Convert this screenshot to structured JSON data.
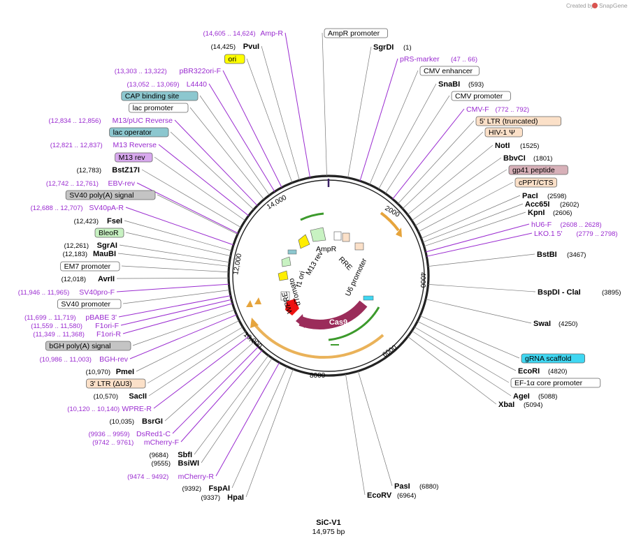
{
  "header": {
    "created_by": "Created by",
    "app_name": "SnapGene"
  },
  "plasmid": {
    "name": "SiC-V1",
    "length_label": "14,975 bp"
  },
  "ticks": [
    "2000",
    "4000",
    "6000",
    "8000",
    "10,000",
    "12,000",
    "14,000"
  ],
  "right_labels": [
    {
      "kind": "feature",
      "name": "AmpR promoter",
      "pos": "",
      "style": "white"
    },
    {
      "kind": "enzyme",
      "name": "SgrDI",
      "pos": "(1)"
    },
    {
      "kind": "primer",
      "name": "pRS-marker",
      "pos": "(47 .. 66)"
    },
    {
      "kind": "feature",
      "name": "CMV enhancer",
      "pos": "",
      "style": "white"
    },
    {
      "kind": "enzyme",
      "name": "SnaBI",
      "pos": "(593)"
    },
    {
      "kind": "feature",
      "name": "CMV promoter",
      "pos": "",
      "style": "white"
    },
    {
      "kind": "primer",
      "name": "CMV-F",
      "pos": "(772 .. 792)"
    },
    {
      "kind": "feature",
      "name": "5' LTR (truncated)",
      "pos": "",
      "style": "peach"
    },
    {
      "kind": "feature",
      "name": "HIV-1 Ψ",
      "pos": "",
      "style": "peach"
    },
    {
      "kind": "enzyme",
      "name": "NotI",
      "pos": "(1525)"
    },
    {
      "kind": "enzyme",
      "name": "BbvCI",
      "pos": "(1801)"
    },
    {
      "kind": "feature",
      "name": "gp41 peptide",
      "pos": "",
      "style": "mauve"
    },
    {
      "kind": "feature",
      "name": "cPPT/CTS",
      "pos": "",
      "style": "peach"
    },
    {
      "kind": "enzyme",
      "name": "PacI",
      "pos": "(2598)"
    },
    {
      "kind": "enzyme",
      "name": "Acc65I",
      "pos": "(2602)"
    },
    {
      "kind": "enzyme",
      "name": "KpnI",
      "pos": "(2606)"
    },
    {
      "kind": "primer",
      "name": "hU6-F",
      "pos": "(2608 .. 2628)"
    },
    {
      "kind": "primer",
      "name": "LKO.1 5'",
      "pos": "(2779 .. 2798)"
    },
    {
      "kind": "enzyme",
      "name": "BstBI",
      "pos": "(3467)"
    },
    {
      "kind": "enzyme",
      "name": "BspDI - ClaI",
      "pos": "(3895)"
    },
    {
      "kind": "enzyme",
      "name": "SwaI",
      "pos": "(4250)"
    },
    {
      "kind": "feature",
      "name": "gRNA scaffold",
      "pos": "",
      "style": "cyan"
    },
    {
      "kind": "enzyme",
      "name": "EcoRI",
      "pos": "(4820)"
    },
    {
      "kind": "feature",
      "name": "EF-1α core promoter",
      "pos": "",
      "style": "white"
    },
    {
      "kind": "enzyme",
      "name": "AgeI",
      "pos": "(5088)"
    },
    {
      "kind": "enzyme",
      "name": "XbaI",
      "pos": "(5094)"
    },
    {
      "kind": "enzyme",
      "name": "PasI",
      "pos": "(6880)"
    },
    {
      "kind": "enzyme",
      "name": "EcoRV",
      "pos": "(6964)"
    }
  ],
  "left_labels": [
    {
      "kind": "primer",
      "name": "Amp-R",
      "pos": "(14,605 .. 14,624)"
    },
    {
      "kind": "enzyme",
      "name": "PvuI",
      "pos": "(14,425)"
    },
    {
      "kind": "feature",
      "name": "ori",
      "pos": "",
      "style": "yellow"
    },
    {
      "kind": "primer",
      "name": "pBR322ori-F",
      "pos": "(13,303 .. 13,322)"
    },
    {
      "kind": "primer",
      "name": "L4440",
      "pos": "(13,052 .. 13,069)"
    },
    {
      "kind": "feature",
      "name": "CAP binding site",
      "pos": "",
      "style": "teal"
    },
    {
      "kind": "feature",
      "name": "lac promoter",
      "pos": "",
      "style": "white"
    },
    {
      "kind": "primer",
      "name": "M13/pUC Reverse",
      "pos": "(12,834 .. 12,856)"
    },
    {
      "kind": "feature",
      "name": "lac operator",
      "pos": "",
      "style": "teal"
    },
    {
      "kind": "primer",
      "name": "M13 Reverse",
      "pos": "(12,821 .. 12,837)"
    },
    {
      "kind": "feature",
      "name": "M13 rev",
      "pos": "",
      "style": "violet"
    },
    {
      "kind": "enzyme",
      "name": "BstZ17I",
      "pos": "(12,783)"
    },
    {
      "kind": "primer",
      "name": "EBV-rev",
      "pos": "(12,742 .. 12,761)"
    },
    {
      "kind": "feature",
      "name": "SV40 poly(A) signal",
      "pos": "",
      "style": "gray"
    },
    {
      "kind": "primer",
      "name": "SV40pA-R",
      "pos": "(12,688 .. 12,707)"
    },
    {
      "kind": "enzyme",
      "name": "FseI",
      "pos": "(12,423)"
    },
    {
      "kind": "feature",
      "name": "BleoR",
      "pos": "",
      "style": "green"
    },
    {
      "kind": "enzyme",
      "name": "SgrAI",
      "pos": "(12,261)"
    },
    {
      "kind": "enzyme",
      "name": "MauBI",
      "pos": "(12,183)"
    },
    {
      "kind": "feature",
      "name": "EM7 promoter",
      "pos": "",
      "style": "white"
    },
    {
      "kind": "enzyme",
      "name": "AvrII",
      "pos": "(12,018)"
    },
    {
      "kind": "primer",
      "name": "SV40pro-F",
      "pos": "(11,946 .. 11,965)"
    },
    {
      "kind": "feature",
      "name": "SV40 promoter",
      "pos": "",
      "style": "white"
    },
    {
      "kind": "primer",
      "name": "pBABE 3'",
      "pos": "(11,699 .. 11,719)"
    },
    {
      "kind": "primer",
      "name": "F1ori-F",
      "pos": "(11,559 .. 11,580)"
    },
    {
      "kind": "primer",
      "name": "F1ori-R",
      "pos": "(11,349 .. 11,368)"
    },
    {
      "kind": "feature",
      "name": "bGH poly(A) signal",
      "pos": "",
      "style": "gray"
    },
    {
      "kind": "primer",
      "name": "BGH-rev",
      "pos": "(10,986 .. 11,003)"
    },
    {
      "kind": "enzyme",
      "name": "PmeI",
      "pos": "(10,970)"
    },
    {
      "kind": "feature",
      "name": "3' LTR (ΔU3)",
      "pos": "",
      "style": "peach"
    },
    {
      "kind": "enzyme",
      "name": "SacII",
      "pos": "(10,570)"
    },
    {
      "kind": "primer",
      "name": "WPRE-R",
      "pos": "(10,120 .. 10,140)"
    },
    {
      "kind": "enzyme",
      "name": "BsrGI",
      "pos": "(10,035)"
    },
    {
      "kind": "primer",
      "name": "DsRed1-C",
      "pos": "(9936 .. 9959)"
    },
    {
      "kind": "primer",
      "name": "mCherry-F",
      "pos": "(9742 .. 9761)"
    },
    {
      "kind": "enzyme",
      "name": "SbfI",
      "pos": "(9684)"
    },
    {
      "kind": "enzyme",
      "name": "BsiWI",
      "pos": "(9555)"
    },
    {
      "kind": "primer",
      "name": "mCherry-R",
      "pos": "(9474 .. 9492)"
    },
    {
      "kind": "enzyme",
      "name": "FspAI",
      "pos": "(9392)"
    },
    {
      "kind": "enzyme",
      "name": "HpaI",
      "pos": "(9337)"
    }
  ],
  "inner_labels": [
    "AmpR",
    "RRE",
    "U6 promoter",
    "Cas9",
    "dTomato",
    "WPRE",
    "f1 ori",
    "M13 rev"
  ],
  "colors": {
    "primer": "#9a2bd0",
    "white": "#ffffff",
    "peach": "#fbe0c8",
    "mauve": "#d7b0b8",
    "cyan": "#3fd7f2",
    "yellow": "#ffff00",
    "teal": "#8cc7cf",
    "violet": "#d8a8ee",
    "gray": "#c4c4c4",
    "green": "#c8f2c2",
    "cas9": "#9b2c5a",
    "ltr": "#e6a43c",
    "dtomato": "#ee1111",
    "ampr_arrow": "#c8f2c2"
  }
}
